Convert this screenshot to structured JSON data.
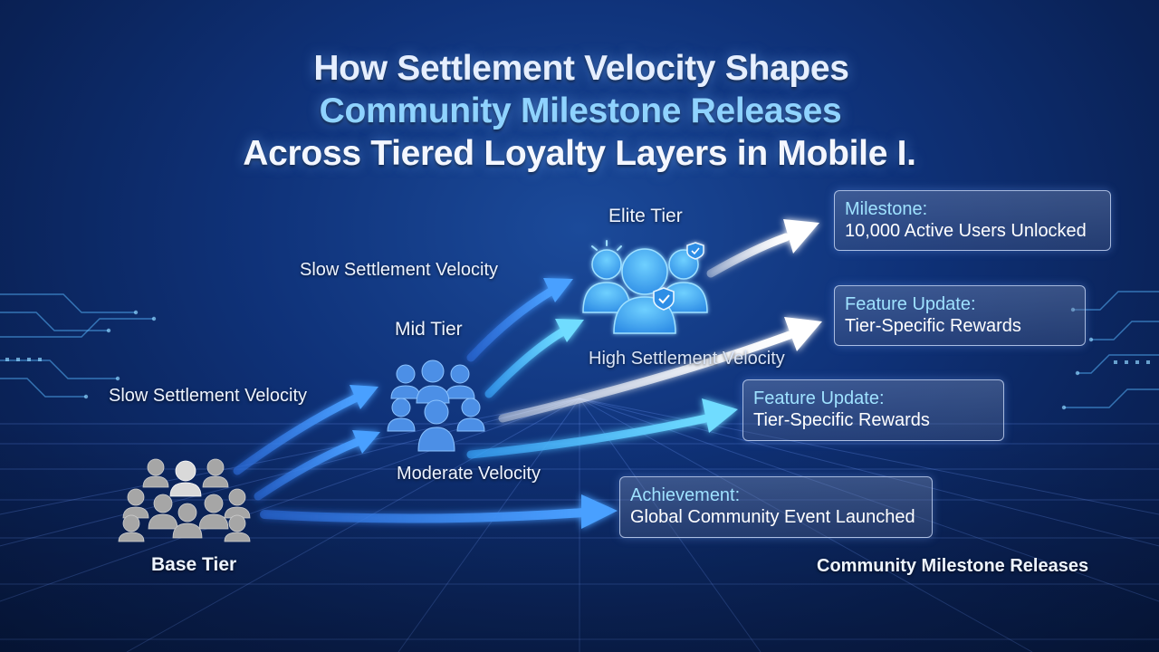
{
  "title": {
    "line1": "How Settlement Velocity Shapes",
    "line2": "Community Milestone Releases",
    "line3": "Across Tiered Loyalty Layers in Mobile I."
  },
  "tiers": {
    "elite": "Elite Tier",
    "mid": "Mid Tier",
    "base": "Base Tier"
  },
  "flows": {
    "slow_upper": "Slow Settlement Velocity",
    "slow_lower": "Slow Settlement Velocity",
    "high": "High Settlement Velocity",
    "moderate": "Moderate Velocity"
  },
  "cards": [
    {
      "heading": "Milestone:",
      "body": "10,000 Active Users Unlocked"
    },
    {
      "heading": "Feature Update:",
      "body": "Tier-Specific Rewards"
    },
    {
      "heading": "Feature Update:",
      "body": "Tier-Specific Rewards"
    },
    {
      "heading": "Achievement:",
      "body": "Global Community Event Launched"
    }
  ],
  "footer": "Community Milestone Releases",
  "colors": {
    "bg": "#0f3279",
    "accent_blue": "#3b8cff",
    "accent_cyan": "#5fd0ff",
    "heading_cyan": "#9fe2ff",
    "base_gray": "#a9a9a9",
    "elite_icon": "#3aa9f2"
  },
  "icons": {
    "elite": "user-group-shield-icon",
    "mid": "user-crowd-icon",
    "base": "user-crowd-pixel-icon"
  }
}
